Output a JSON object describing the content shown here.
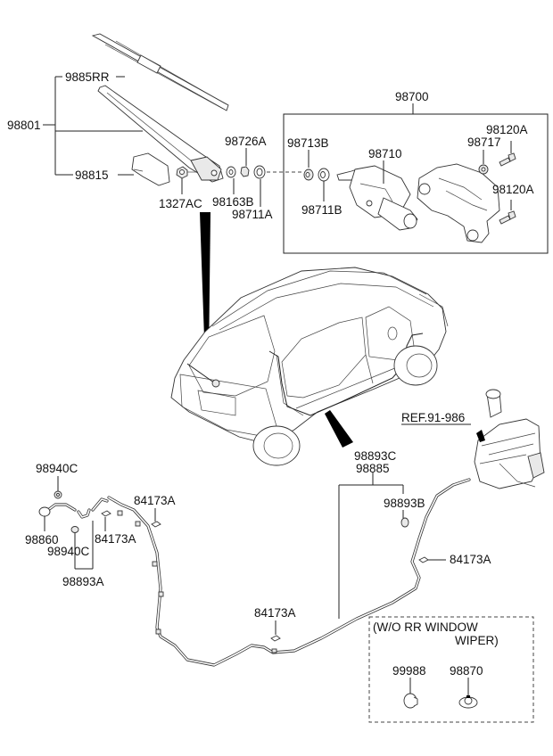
{
  "diagram": {
    "title": "Rear Window Wiper & Washer Assembly",
    "labels": {
      "p9885RR": "9885RR",
      "p98801": "98801",
      "p98815": "98815",
      "p1327AC": "1327AC",
      "p98726A": "98726A",
      "p98163B": "98163B",
      "p98711A": "98711A",
      "p98700": "98700",
      "p98713B": "98713B",
      "p98710": "98710",
      "p98711B": "98711B",
      "p98717": "98717",
      "p98120A_top": "98120A",
      "p98120A_bottom": "98120A",
      "ref": "REF.91-986",
      "p98893C": "98893C",
      "p98885": "98885",
      "p98893B": "98893B",
      "p84173A_right": "84173A",
      "p84173A_bottom": "84173A",
      "p98940C_top": "98940C",
      "p98860": "98860",
      "p98940C_mid": "98940C",
      "p84173A_left": "84173A",
      "p84173A_top": "84173A",
      "p98893A": "98893A",
      "note_line1": "(W/O RR WINDOW",
      "note_line2": "WIPER)",
      "p99988": "99988",
      "p98870": "98870"
    }
  }
}
